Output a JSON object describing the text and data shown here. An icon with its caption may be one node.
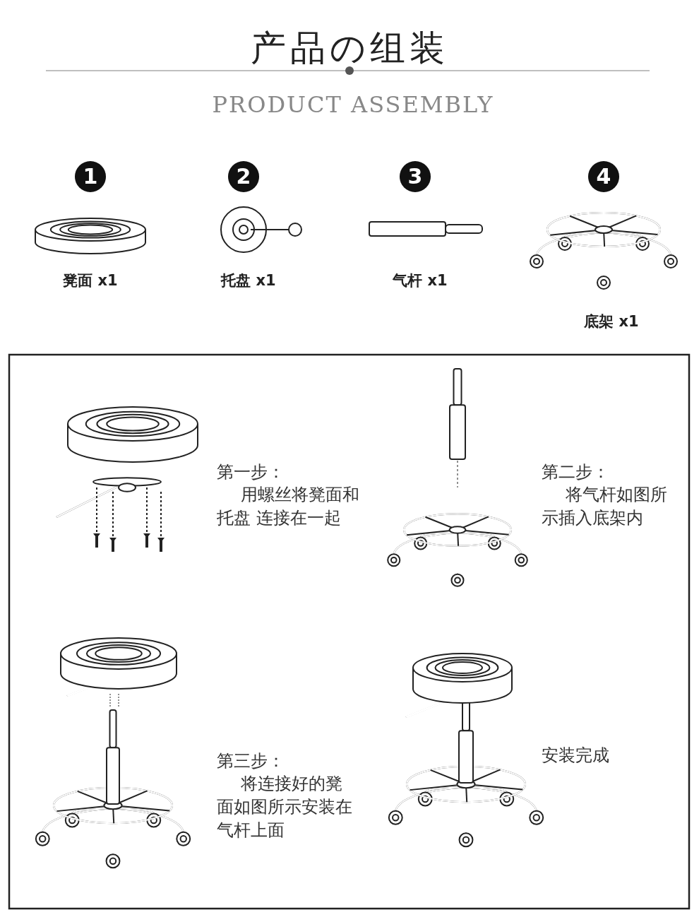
{
  "diagram": {
    "title": "产品の组装",
    "labels": [
      "PRODUCT ASSEMBLY",
      "1",
      "2",
      "3",
      "4",
      "凳面 x1",
      "托盘 x1",
      "气杆 x1",
      "底架 x1",
      "第一步：",
      "用螺丝将凳面和托盘 连接在一起",
      "第二步：",
      "将气杆如图所示插入底架内",
      "第三步：",
      "将连接好的凳面如图所示安装在气杆上面",
      "安装完成"
    ]
  }
}
